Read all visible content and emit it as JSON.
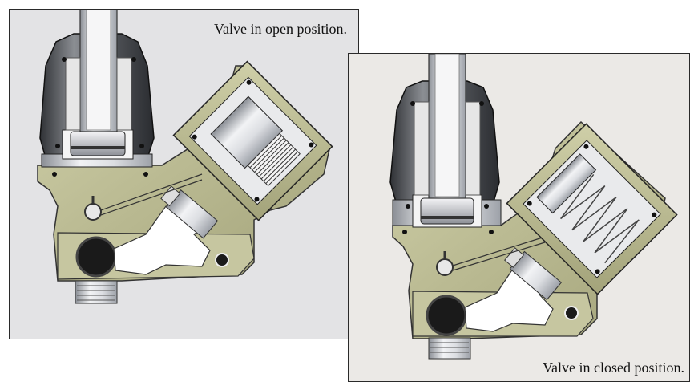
{
  "panels": {
    "open": {
      "caption": "Valve in open position.",
      "background": "#e3e3e5",
      "body_color": "#b9b98f"
    },
    "closed": {
      "caption": "Valve in closed position.",
      "background": "#ebe9e6",
      "body_color": "#b9b98f"
    }
  },
  "parts": {
    "upper_assembly": "hex-fitting",
    "inlet": "top-port",
    "outlet": "side-port",
    "actuator": "diaphragm-spring",
    "seat": "valve-seat"
  }
}
